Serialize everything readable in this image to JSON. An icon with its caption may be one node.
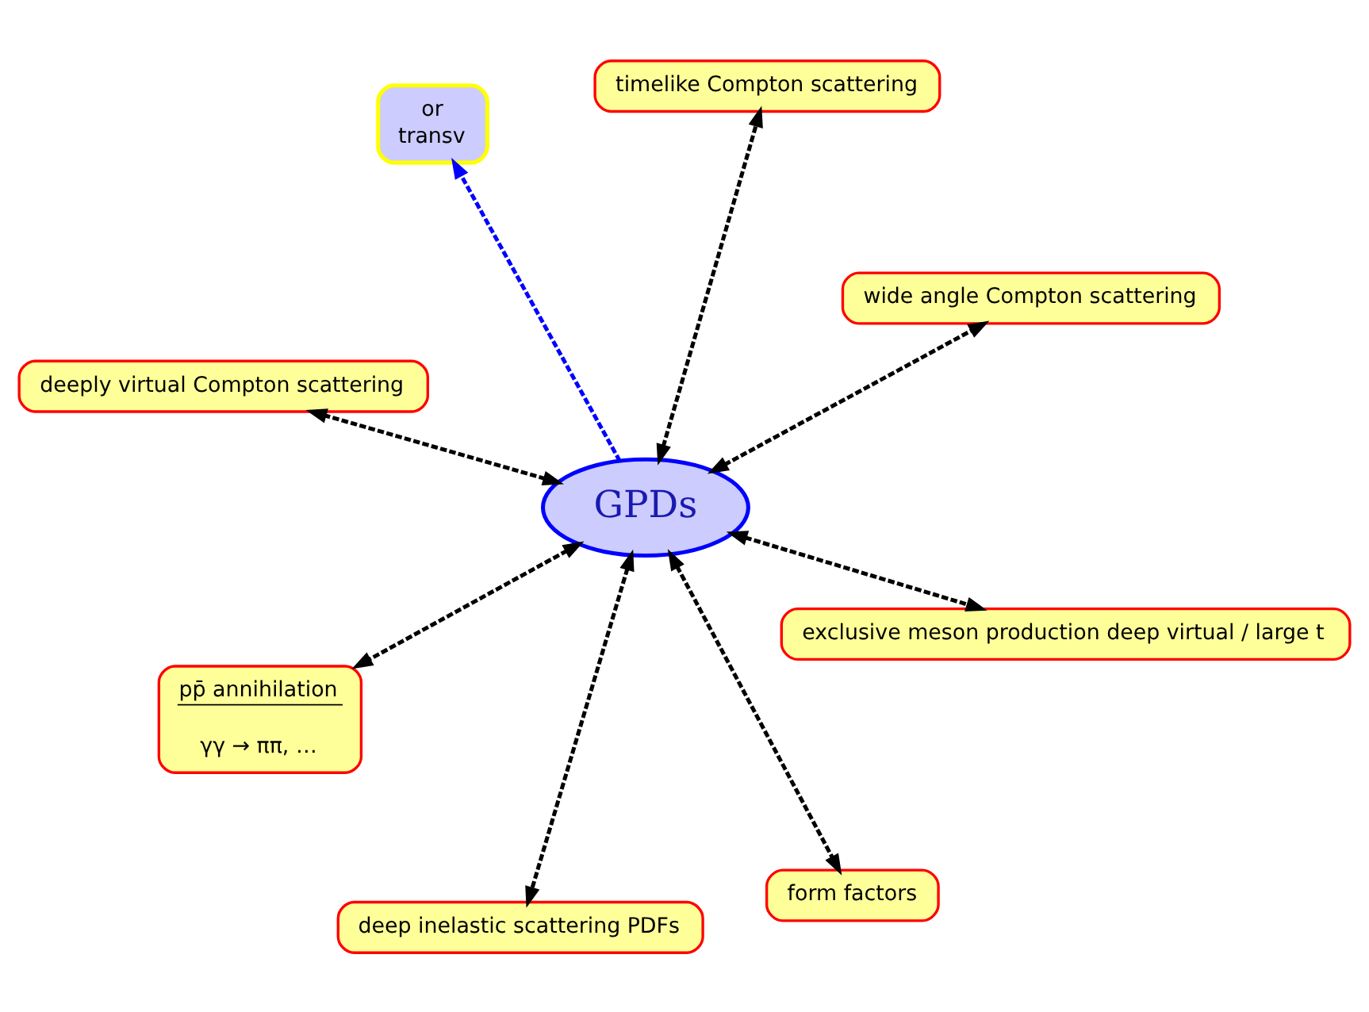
{
  "diagram": {
    "nodes": [
      {
        "text": [
          "deeply virtual Compton scattering"
        ]
      },
      {
        "text": [
          "wide angle Compton scattering"
        ]
      },
      {
        "text": [
          "form factors"
        ]
      },
      {
        "text": [
          "timelike Compton scattering"
        ]
      },
      {
        "text": [
          "GPDs"
        ]
      },
      {
        "text": [
          "or",
          "transv"
        ]
      },
      {
        "text": [
          "pp̄ annihilation",
          "γγ → ππ, …"
        ]
      },
      {
        "text": [
          "exclusive meson production deep virtual / large t"
        ]
      },
      {
        "text": [
          "deep inelastic scattering PDFs"
        ]
      }
    ],
    "edges": [
      {
        "from": 4,
        "to": 0,
        "arrow": "both",
        "style": "dashed"
      },
      {
        "from": 4,
        "to": 1,
        "arrow": "both",
        "style": "dashed"
      },
      {
        "from": 4,
        "to": 2,
        "arrow": "both",
        "style": "dashed"
      },
      {
        "from": 4,
        "to": 3,
        "arrow": "both",
        "style": "dashed"
      },
      {
        "from": 4,
        "to": 5,
        "arrow": "to",
        "style": "dashed",
        "color": "#0000ff"
      },
      {
        "from": 4,
        "to": 6,
        "arrow": "both",
        "style": "dashed"
      },
      {
        "from": 4,
        "to": 7,
        "arrow": "both",
        "style": "dashed"
      },
      {
        "from": 4,
        "to": 8,
        "arrow": "both",
        "style": "dashed"
      }
    ]
  }
}
